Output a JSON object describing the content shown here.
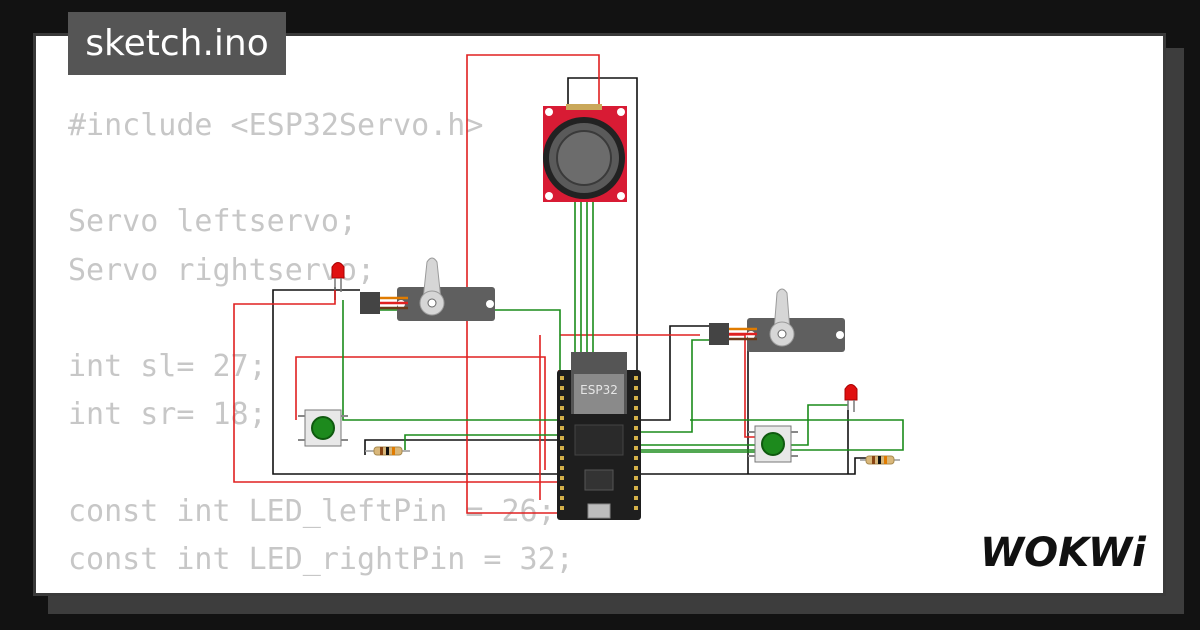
{
  "file_tab": {
    "label": "sketch.ino"
  },
  "code": {
    "lines": [
      "#include <ESP32Servo.h>",
      "",
      "Servo leftservo;",
      "Servo rightservo;",
      "",
      "int sl= 27;",
      "int sr= 18;",
      "",
      "const int LED_leftPin = 26;",
      "const int LED_rightPin = 32;"
    ]
  },
  "circuit": {
    "board_label": "ESP32",
    "icons": {
      "logo": "wokwi-logo",
      "joystick": "joystick-icon",
      "servo": "servo-icon",
      "led": "led-icon",
      "button": "pushbutton-icon",
      "resistor": "resistor-icon"
    }
  },
  "brand": {
    "logo_text": "WOKWi"
  },
  "colors": {
    "background": "#121212",
    "card": "#ffffff",
    "tab": "#555555",
    "code_text": "#c7c7c7",
    "wire_red": "#e02020",
    "wire_black": "#111111",
    "wire_green": "#1a8c1a",
    "joystick_board": "#d81b34",
    "button_green": "#1d8a1d"
  }
}
